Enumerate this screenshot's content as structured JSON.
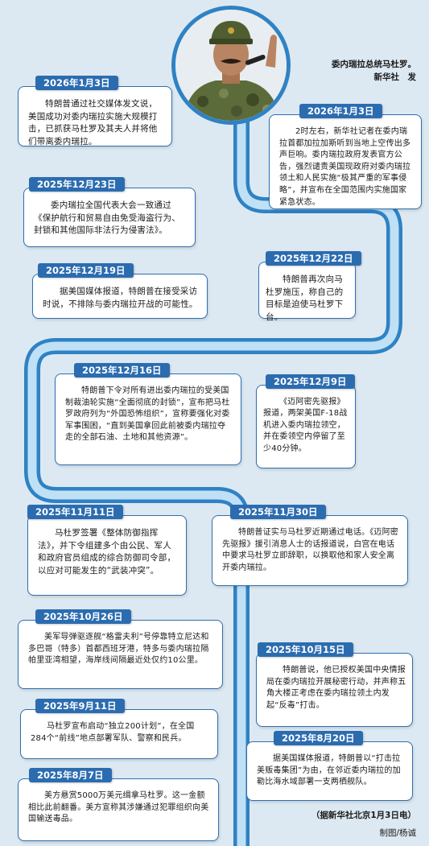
{
  "photo": {
    "caption_line1": "委内瑞拉总统马杜罗。",
    "caption_line2": "新华社　发"
  },
  "colors": {
    "route_outer": "#2f82c4",
    "route_inner": "#bfe0f5",
    "date_tag": "#2b6cb0",
    "card_border": "#2e6fb0"
  },
  "events": [
    {
      "date": "2026年1月3日",
      "text": "特朗普通过社交媒体发文说，美国成功对委内瑞拉实施大规模打击，已抓获马杜罗及其夫人并将他们带离委内瑞拉。"
    },
    {
      "date": "2026年1月3日",
      "text": "2时左右，新华社记者在委内瑞拉首都加拉加斯听到当地上空传出多声巨响。委内瑞拉政府发表官方公告，强烈谴责美国现政府对委内瑞拉领土和人民实施“极其严重的军事侵略”，并宣布在全国范围内实施国家紧急状态。"
    },
    {
      "date": "2025年12月23日",
      "text": "委内瑞拉全国代表大会一致通过《保护航行和贸易自由免受海盗行为、封锁和其他国际非法行为侵害法》。"
    },
    {
      "date": "2025年12月22日",
      "text": "特朗普再次向马杜罗施压，称自己的目标是迫使马杜罗下台。"
    },
    {
      "date": "2025年12月19日",
      "text": "据美国媒体报道，特朗普在接受采访时说，不排除与委内瑞拉开战的可能性。"
    },
    {
      "date": "2025年12月16日",
      "text": "特朗普下令对所有进出委内瑞拉的受美国制裁油轮实施“全面彻底的封锁”，宣布把马杜罗政府列为“外国恐怖组织”，宣称要强化对委军事围困，“直到美国拿回此前被委内瑞拉夺走的全部石油、土地和其他资源”。"
    },
    {
      "date": "2025年12月9日",
      "text": "《迈阿密先驱报》报道，两架美国F-18战机进入委内瑞拉领空，并在委领空内停留了至少40分钟。"
    },
    {
      "date": "2025年11月11日",
      "text": "马杜罗签署《整体防御指挥法》，并下令组建多个由公民、军人和政府官员组成的综合防御司令部，以应对可能发生的“武装冲突”。"
    },
    {
      "date": "2025年11月30日",
      "text": "特朗普证实与马杜罗近期通过电话。《迈阿密先驱报》援引消息人士的话报道说，白宫在电话中要求马杜罗立即辞职，以换取他和家人安全离开委内瑞拉。"
    },
    {
      "date": "2025年10月26日",
      "text": "美军导弹驱逐舰“格雷夫利”号停靠特立尼达和多巴哥（特多）首都西班牙港，特多与委内瑞拉隔帕里亚湾相望，海岸线间隔最近处仅约10公里。"
    },
    {
      "date": "2025年10月15日",
      "text": "特朗普说，他已授权美国中央情报局在委内瑞拉开展秘密行动，并声称五角大楼正考虑在委内瑞拉领土内发起“反毒”打击。"
    },
    {
      "date": "2025年9月11日",
      "text": "马杜罗宣布启动“独立200计划”，在全国284个“前线”地点部署军队、警察和民兵。"
    },
    {
      "date": "2025年8月20日",
      "text": "据美国媒体报道，特朗普以“打击拉美贩毒集团”为由，在邻近委内瑞拉的加勒比海水域部署一支两栖舰队。"
    },
    {
      "date": "2025年8月7日",
      "text": "美方悬赏5000万美元缉拿马杜罗。这一金额相比此前翻番。美方宣称其涉嫌通过犯罪组织向美国输送毒品。"
    }
  ],
  "footer": {
    "source": "（据新华社北京1月3日电）",
    "credit": "制图/杨诚"
  }
}
